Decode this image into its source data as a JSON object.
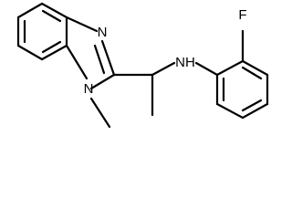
{
  "labels": {
    "fluorine": "F",
    "amine": "NH",
    "imidazole_n": "N",
    "methyl_n": "N"
  },
  "colors": {
    "bond": "#000000",
    "background": "#ffffff"
  }
}
